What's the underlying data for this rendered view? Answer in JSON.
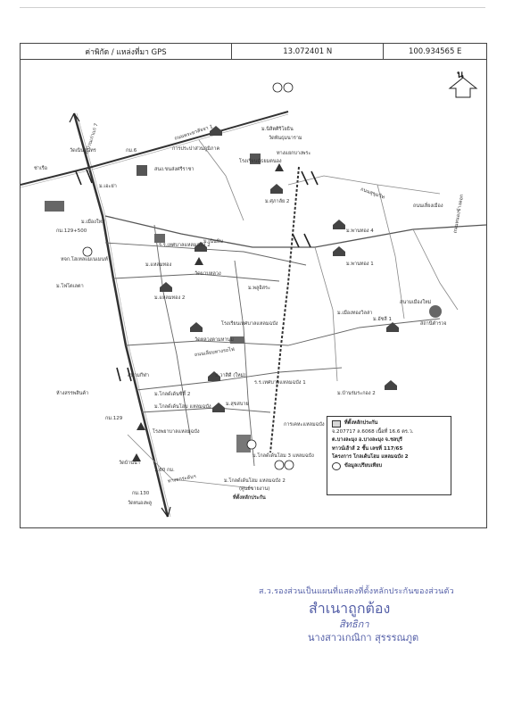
{
  "gps": {
    "label": "ค่าพิกัด / แหล่งที่มา GPS",
    "latitude": "13.072401 N",
    "longitude": "100.934565 E"
  },
  "map": {
    "north_label": "น",
    "labels": [
      "ก.บ้านเก่าแก่ 7",
      "ถนนพระยาสัจจา 1",
      "วัดเนินสุนทร",
      "กม.6",
      "การประปาส่วนภูมิภาค",
      "ม.นิสิตศิริโยธิน",
      "วัดพันธุมนาราม",
      "ช่าเรือ",
      "ทางแยกบางพระ",
      "สนง.ขนส่งศรีราชา",
      "โรงเรียนมัธยมตนอง",
      "ถนนสุขุมวิท",
      "ถนนหนองข้างคอก",
      "ม.เอะย่า",
      "ม.ศุภาลัย 2",
      "ถนนเลี่ยงเมือง",
      "ม.เมืองใหม่",
      "กม.129+500",
      "ร.ร.เทศบาลแหลมฉบัง 2",
      "ม.เนินพิษ",
      "ม.พานทอง 4",
      "ม.พานทอง 1",
      "ม.แหลมทอง",
      "ม.แหลมทอง 2",
      "ม.โฟโตเลตา",
      "วัดมาบหลวง",
      "หจก.โฮเทลแมเนเมนท์",
      "ม.พลูอิสระ",
      "ม.เมืองทองวิลล่า",
      "โรงเรียนเทศบาลแหลมฉบัง",
      "สนามเมืองใหม่",
      "ถนนเลียบทางรถไฟ",
      "ม.อัชลี 1",
      "สถานีตำรวจ",
      "วัดหลวงตามหานุม",
      "ม.วาสิดี (ใหม่)",
      "ร.ร.เทศบาลแหลมฉบัง 1",
      "ม.บ้านร่มระกอง 2",
      "ห้างสรรพสินค้า",
      "ม.โกลด์เด้นซิตี้ 2",
      "ม.โกลด์เด้นโฮม แหลมฉบัง",
      "ม.สุขสบาย",
      "กม.129",
      "โรงพยาบาลแหลมฉบัง",
      "ทางยกระดับฯ",
      "ม.โกลด์เด้นโฮม 3 แหลมฉบัง",
      "วัดบ้านนา",
      "กม.130",
      "1.60 กม.",
      "ม.โกลด์เด้นโฮม แหลมฉบัง 2",
      "(ศูนย์ขายงาน)",
      "ที่ตั้งหลักประกัน",
      "วัดหนองพลู",
      "การเคหะแหลมฉบัง",
      "สนามกีฬา"
    ]
  },
  "legend": {
    "title": "ที่ตั้งหลักประกัน",
    "line1": "จ.207717 ล.6068 เนื้อที่ 16.6 ตร.ว.",
    "line2": "ต.บางละมุง อ.บางละมุง จ.ชลบุรี",
    "line3": "ทาวน์เฮ้าส์ 2 ชั้น เลขที่ 117/65",
    "line4": "โครงการ โกลเด้นโฮม แหลมฉบัง 2",
    "compare_label": "ข้อมูลเปรียบเทียบ"
  },
  "stamp": {
    "line1": "ส.ว.รองส่วนเป็นแผนที่แสดงที่ตั้งหลักประกันของส่วนตัว",
    "line2": "สำเนาถูกต้อง",
    "signature": "สิทธิกา",
    "name": "นางสาวเกณิกา สุรรรณภูต"
  }
}
